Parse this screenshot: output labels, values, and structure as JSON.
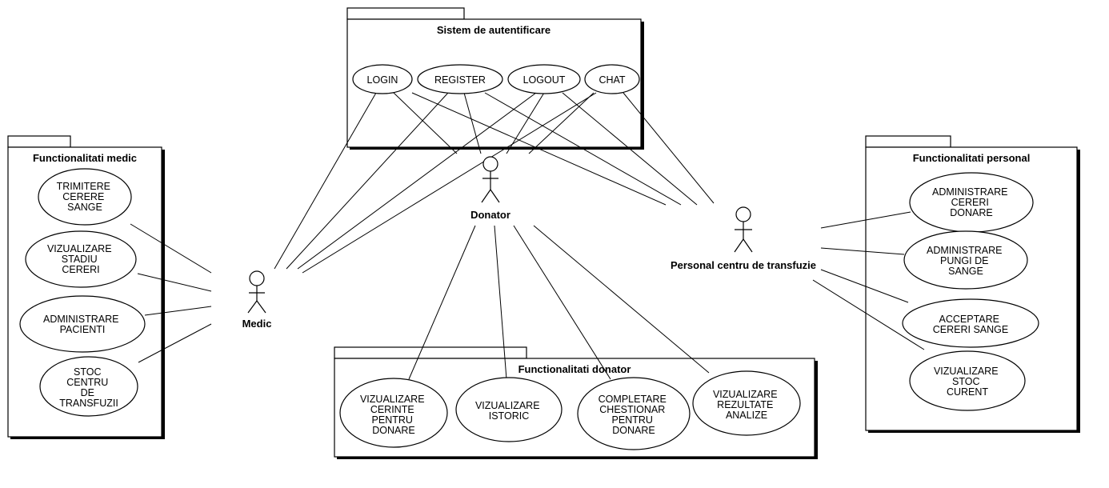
{
  "packages": {
    "auth": {
      "title": "Sistem de autentificare"
    },
    "medic": {
      "title": "Functionalitati medic"
    },
    "donator": {
      "title": "Functionalitati donator"
    },
    "personal": {
      "title": "Functionalitati personal"
    }
  },
  "use_cases": {
    "login": [
      "LOGIN"
    ],
    "register": [
      "REGISTER"
    ],
    "logout": [
      "LOGOUT"
    ],
    "chat": [
      "CHAT"
    ],
    "trimitere": [
      "TRIMITERE",
      "CERERE",
      "SANGE"
    ],
    "vizualizare_stadiu": [
      "VIZUALIZARE",
      "STADIU",
      "CERERI"
    ],
    "administrare_pacienti": [
      "ADMINISTRARE",
      "PACIENTI"
    ],
    "stoc_centru": [
      "STOC",
      "CENTRU",
      "DE",
      "TRANSFUZII"
    ],
    "vizualizare_cerinte": [
      "VIZUALIZARE",
      "CERINTE",
      "PENTRU",
      "DONARE"
    ],
    "vizualizare_istoric": [
      "VIZUALIZARE",
      "ISTORIC"
    ],
    "completare_chestionar": [
      "COMPLETARE",
      "CHESTIONAR",
      "PENTRU",
      "DONARE"
    ],
    "vizualizare_rezultate": [
      "VIZUALIZARE",
      "REZULTATE",
      "ANALIZE"
    ],
    "administrare_cereri_donare": [
      "ADMINISTRARE",
      "CERERI",
      "DONARE"
    ],
    "administrare_pungi": [
      "ADMINISTRARE",
      "PUNGI DE",
      "SANGE"
    ],
    "acceptare_cereri": [
      "ACCEPTARE",
      "CERERI SANGE"
    ],
    "vizualizare_stoc": [
      "VIZUALIZARE",
      "STOC",
      "CURENT"
    ]
  },
  "actors": {
    "medic": "Medic",
    "donator": "Donator",
    "personal": "Personal centru de transfuzie"
  }
}
